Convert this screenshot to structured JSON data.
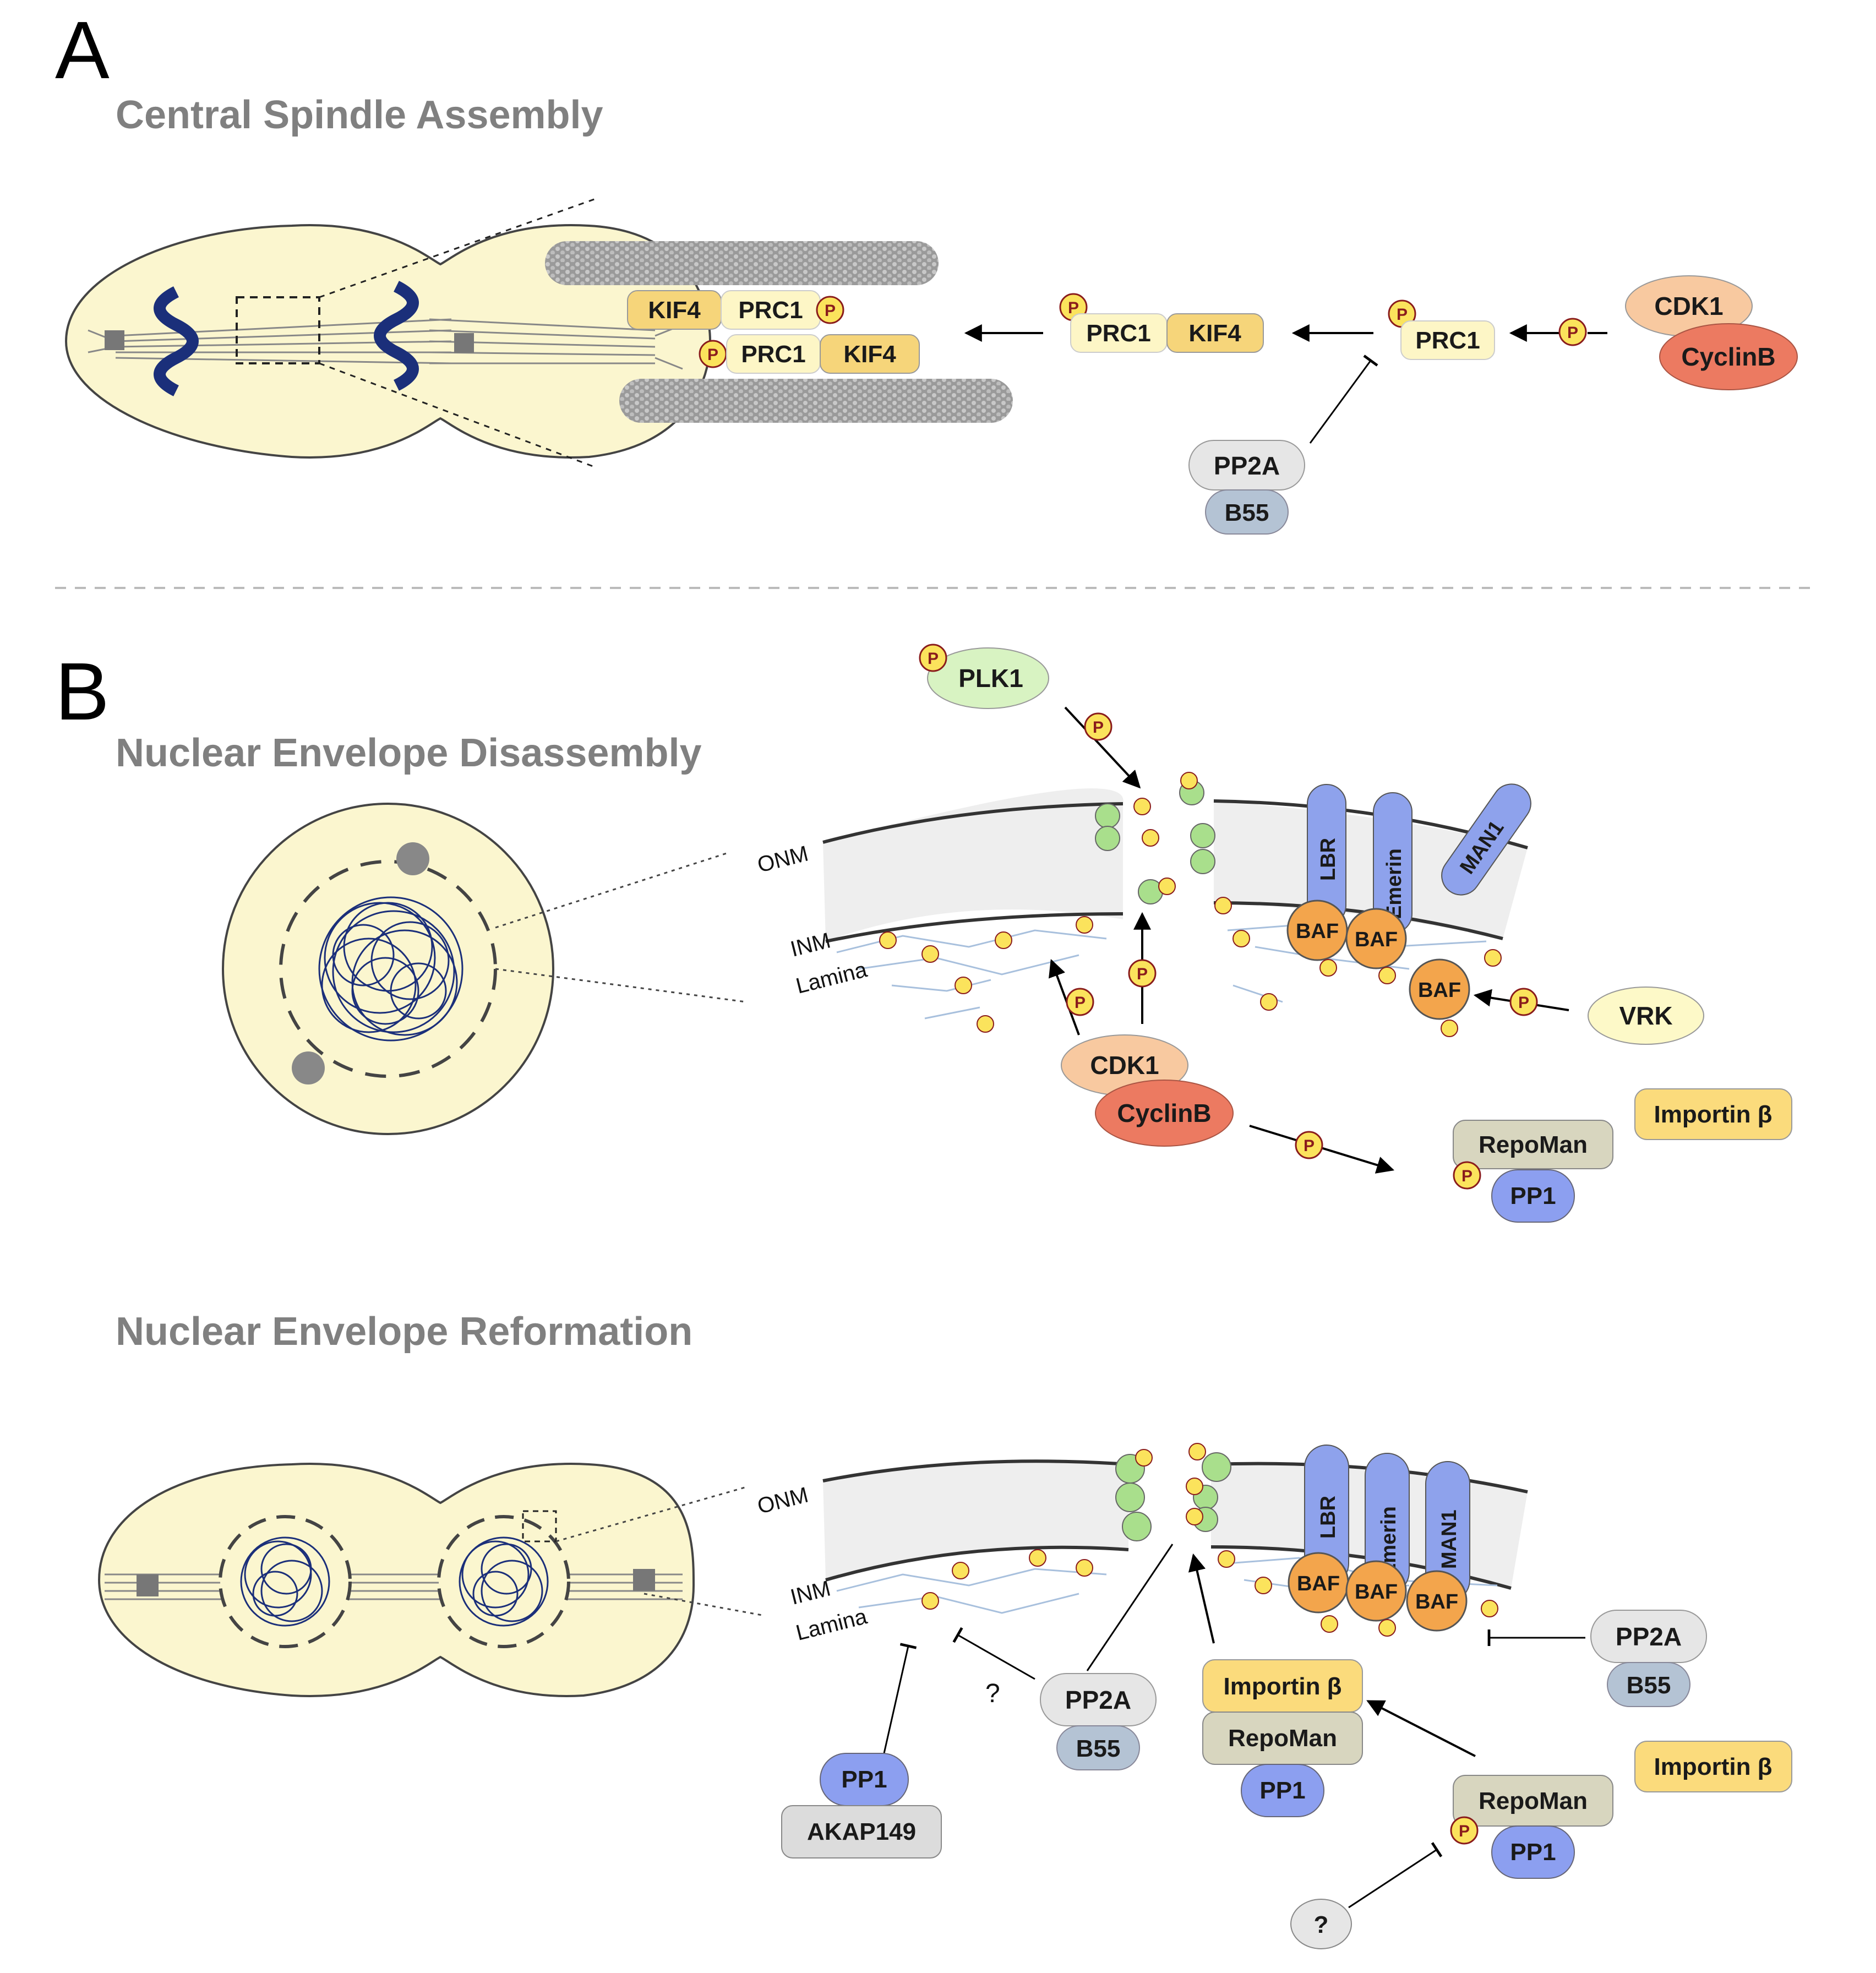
{
  "panel_a": {
    "letter": "A",
    "title": "Central Spindle Assembly",
    "labels": {
      "kif4": "KIF4",
      "prc1": "PRC1",
      "phospho": "P",
      "cdk1": "CDK1",
      "cyclinb": "CyclinB",
      "pp2a": "PP2A",
      "b55": "B55"
    }
  },
  "panel_b": {
    "letter": "B",
    "disassembly_title": "Nuclear Envelope Disassembly",
    "reformation_title": "Nuclear Envelope Reformation",
    "membranes": {
      "onm": "ONM",
      "inm": "INM",
      "lamina": "Lamina"
    },
    "labels": {
      "plk1": "PLK1",
      "lbr": "LBR",
      "emerin": "Emerin",
      "man1": "MAN1",
      "baf": "BAF",
      "vrk": "VRK",
      "cdk1": "CDK1",
      "cyclinb": "CyclinB",
      "repoman": "RepoMan",
      "pp1": "PP1",
      "importin": "Importin β",
      "pp2a": "PP2A",
      "b55": "B55",
      "akap149": "AKAP149",
      "question": "?",
      "phospho": "P"
    }
  },
  "colors": {
    "cell_fill": "#fbf6cf",
    "kif4": "#f6d57a",
    "prc1": "#fdf6c6",
    "cdk1": "#f8c9a0",
    "cyclinb": "#ec7a61",
    "pp2a": "#e6e6e6",
    "b55": "#b4c3d4",
    "plk1": "#d8f3c2",
    "lem_domain": "#8ea2ec",
    "baf": "#f3a54c",
    "vrk": "#fdf9c8",
    "repoman": "#d8d6bf",
    "pp1": "#8c9ff0",
    "importin": "#fbdb7c",
    "akap149": "#dcdcdc",
    "nuclear_pore": "#a9df8c",
    "phospho": "#fbe35c"
  }
}
